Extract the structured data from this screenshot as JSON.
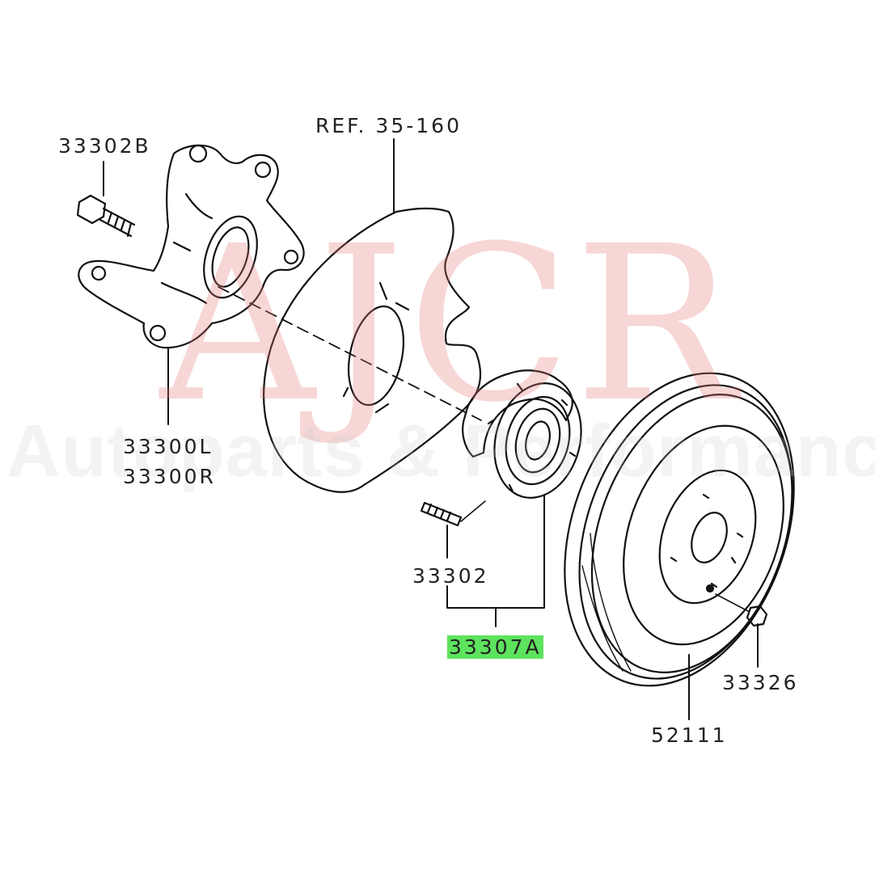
{
  "diagram": {
    "type": "exploded parts diagram",
    "subject": "Front wheel hub, knuckle and brake disc assembly",
    "watermark": {
      "primary": "AJCR",
      "secondary": "Autoparts & Performance",
      "primary_color": "#e88a8a"
    },
    "labels": {
      "ref": "REF. 35-160",
      "bolt": "33302B",
      "knuckle_left": "33300L",
      "knuckle_right": "33300R",
      "hub_bolt": "33302",
      "hub_assembly": "33307A",
      "disc_screw": "33326",
      "brake_disc": "52111"
    },
    "highlight_color": "#5ee35e",
    "highlighted_part": "33307A"
  }
}
